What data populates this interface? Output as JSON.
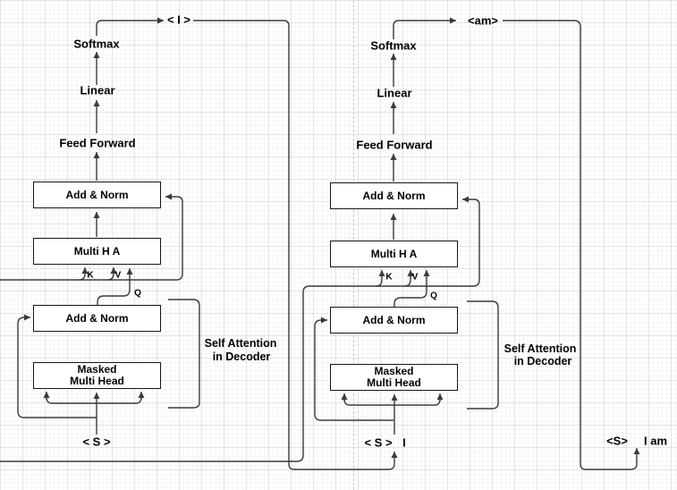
{
  "colors": {
    "connector": "#3a3a3a",
    "box_border": "#161616",
    "box_fill": "#ffffff",
    "page_divider_dash": "#c9c9c9",
    "grid_major": "#e8e6e6",
    "grid_minor": "#f5f4f4"
  },
  "decoders": [
    {
      "softmax_label": "Softmax",
      "linear_label": "Linear",
      "feed_forward_label": "Feed Forward",
      "add_norm_top_label": "Add & Norm",
      "attention_label": "Multi H A",
      "add_norm_bottom_label": "Add & Norm",
      "masked_label_line1": "Masked",
      "masked_label_line2": "Multi Head",
      "k_label": "K",
      "v_label": "V",
      "q_label": "Q",
      "output_token": "< I >",
      "input_start_token": "< S >",
      "input_context": "",
      "annotation_line1": "Self Attention",
      "annotation_line2": "in Decoder"
    },
    {
      "softmax_label": "Softmax",
      "linear_label": "Linear",
      "feed_forward_label": "Feed Forward",
      "add_norm_top_label": "Add & Norm",
      "attention_label": "Multi H A",
      "add_norm_bottom_label": "Add & Norm",
      "masked_label_line1": "Masked",
      "masked_label_line2": "Multi Head",
      "k_label": "K",
      "v_label": "V",
      "q_label": "Q",
      "output_token": "<am>",
      "input_start_token": "< S >",
      "input_context": "I",
      "annotation_line1": "Self Attention",
      "annotation_line2": "in Decoder"
    }
  ],
  "next_step": {
    "start_token": "<S>",
    "generated_tokens": "I am"
  }
}
